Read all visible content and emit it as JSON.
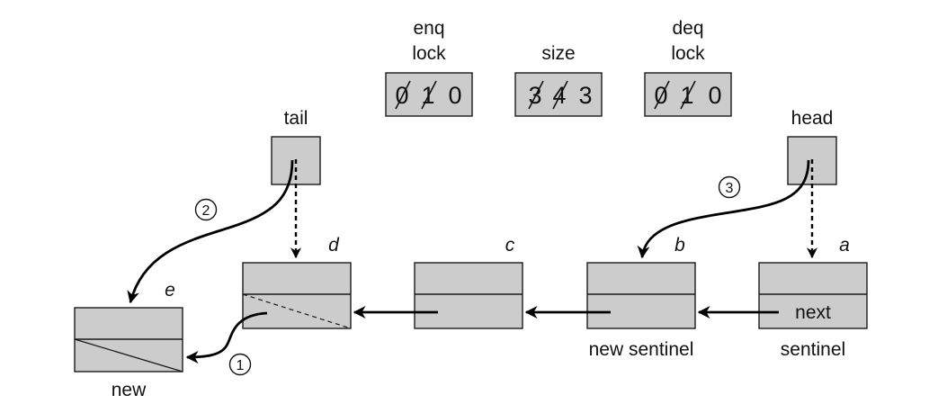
{
  "counters": {
    "enq_lock": {
      "label_line1": "enq",
      "label_line2": "lock",
      "struck": [
        "0",
        "1"
      ],
      "current": "0"
    },
    "size": {
      "label": "size",
      "struck": [
        "3",
        "4"
      ],
      "current": "3"
    },
    "deq_lock": {
      "label_line1": "deq",
      "label_line2": "lock",
      "struck": [
        "0",
        "1"
      ],
      "current": "0"
    }
  },
  "pointers": {
    "tail": "tail",
    "head": "head"
  },
  "nodes": {
    "a": {
      "name": "a",
      "field": "next",
      "caption": "sentinel"
    },
    "b": {
      "name": "b",
      "caption": "new sentinel"
    },
    "c": {
      "name": "c"
    },
    "d": {
      "name": "d"
    },
    "e": {
      "name": "e",
      "caption": "new"
    }
  },
  "steps": [
    "1",
    "2",
    "3"
  ]
}
